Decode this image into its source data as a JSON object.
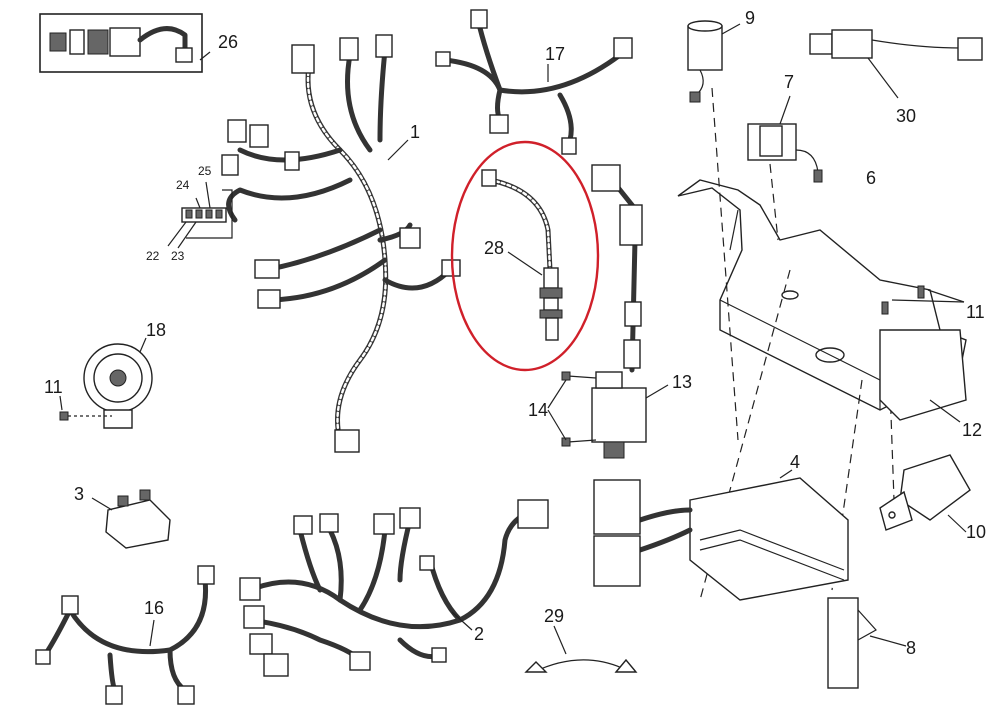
{
  "diagram": {
    "part_labels": {
      "p1": "1",
      "p2": "2",
      "p3": "3",
      "p4": "4",
      "p6": "6",
      "p7": "7",
      "p8": "8",
      "p9": "9",
      "p10": "10",
      "p11a": "11",
      "p11b": "11",
      "p12": "12",
      "p13": "13",
      "p14": "14",
      "p16": "16",
      "p17": "17",
      "p18": "18",
      "p22": "22",
      "p23": "23",
      "p24": "24",
      "p25": "25",
      "p26": "26",
      "p28": "28",
      "p29": "29",
      "p30": "30"
    },
    "highlight_color": "#d0202a",
    "highlighted_part": "28"
  }
}
